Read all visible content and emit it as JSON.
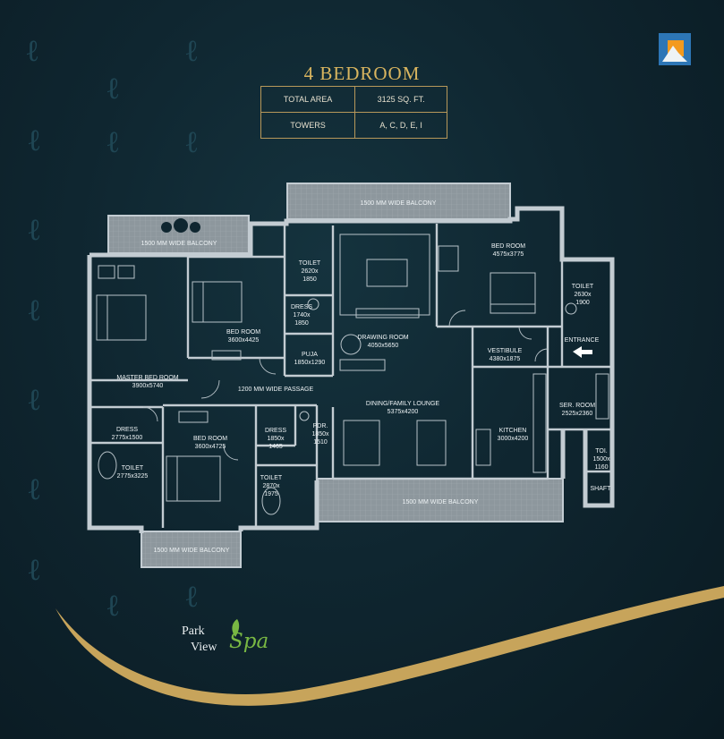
{
  "heading": "4 BEDROOM",
  "info_table": [
    {
      "label": "TOTAL AREA",
      "value": "3125 SQ. FT."
    },
    {
      "label": "TOWERS",
      "value": "A, C, D, E, I"
    }
  ],
  "rooms": {
    "balcony_top": "1500 MM WIDE BALCONY",
    "balcony_left": "1500 MM WIDE BALCONY",
    "balcony_bottom_left": "1500 MM WIDE BALCONY",
    "balcony_bottom": "1500 MM WIDE BALCONY",
    "master_bed_room": "MASTER BED ROOM",
    "master_bed_room_size": "3900x5740",
    "bed_room_1": "BED ROOM",
    "bed_room_1_size": "3600x4425",
    "toilet_1": "TOILET",
    "toilet_1_size_a": "2620x",
    "toilet_1_size_b": "1850",
    "dress_1": "DRESS",
    "dress_1_size_a": "1740x",
    "dress_1_size_b": "1850",
    "puja": "PUJA",
    "puja_size": "1850x1290",
    "drawing_room": "DRAWING ROOM",
    "drawing_room_size": "4050x5650",
    "bed_room_2": "BED ROOM",
    "bed_room_2_size": "4575x3775",
    "toilet_2": "TOILET",
    "toilet_2_size_a": "2630x",
    "toilet_2_size_b": "1900",
    "vestibule": "VESTIBULE",
    "vestibule_size": "4380x1875",
    "entrance": "ENTRANCE",
    "passage": "1200 MM WIDE PASSAGE",
    "dress_2": "DRESS",
    "dress_2_size": "2775x1500",
    "toilet_3": "TOILET",
    "toilet_3_size": "2775x3225",
    "bed_room_3": "BED ROOM",
    "bed_room_3_size": "3600x4725",
    "dress_3": "DRESS",
    "dress_3_size_a": "1850x",
    "dress_3_size_b": "1465",
    "toilet_4": "TOILET",
    "toilet_4_size_a": "2870x",
    "toilet_4_size_b": "1975",
    "pdr": "PDR.",
    "pdr_size_a": "1850x",
    "pdr_size_b": "1510",
    "dining": "DINING/FAMILY LOUNGE",
    "dining_size": "5375x4200",
    "kitchen": "KITCHEN",
    "kitchen_size": "3000x4200",
    "ser_room": "SER. ROOM",
    "ser_room_size": "2525x2360",
    "toi": "TOI.",
    "toi_size_a": "1500x",
    "toi_size_b": "1160",
    "shaft": "SHAFT"
  },
  "brand": {
    "park": "Park",
    "view": "View",
    "spa": "Spa"
  },
  "colors": {
    "heading": "#d9b55f",
    "wall": "#c3ccd2",
    "balcony": "#8d979d",
    "brand_green": "#79b843",
    "swoosh": "#c7a45b",
    "logo_orange": "#f39a1e",
    "logo_blue": "#2d76b6"
  }
}
